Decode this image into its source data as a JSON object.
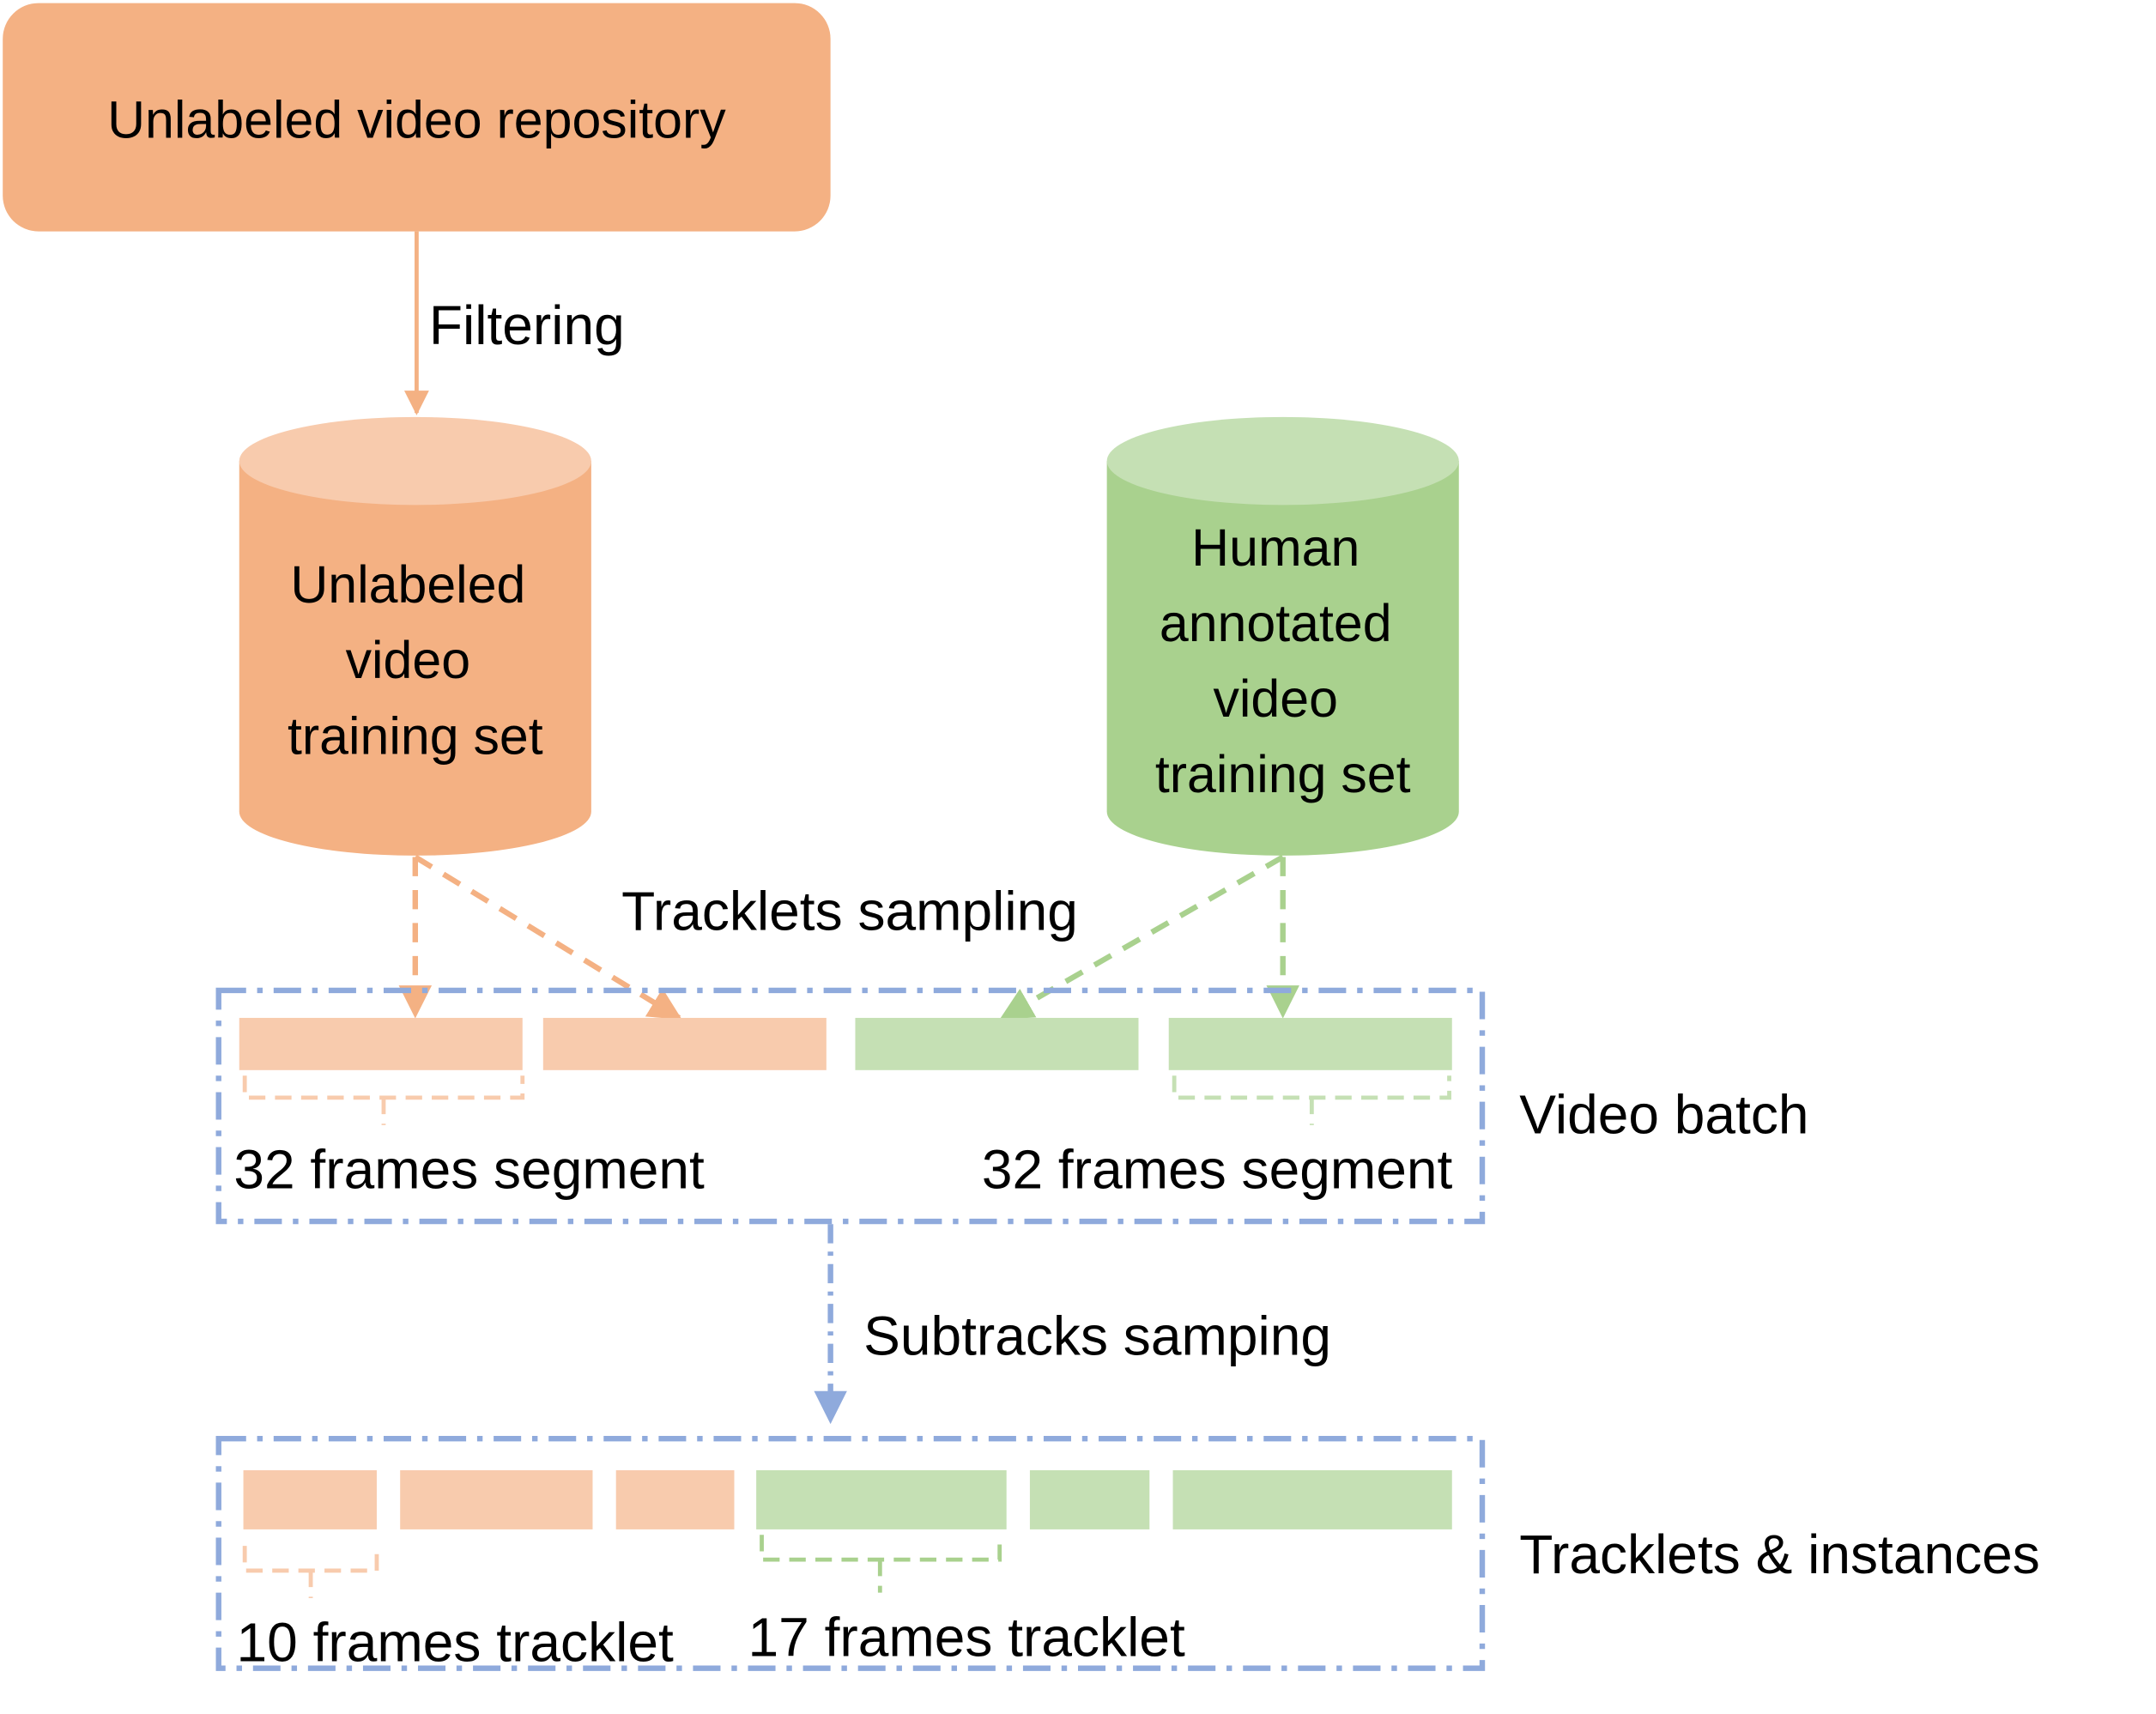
{
  "colors": {
    "orange_fill": "#F4B183",
    "orange_light": "#F8CBAD",
    "orange_line": "#F4B183",
    "green_fill": "#A9D18E",
    "green_light": "#C5E0B4",
    "green_line": "#A9D18E",
    "blue_frame": "#8FAADC",
    "text": "#000000"
  },
  "repository": {
    "label": "Unlabeled video repository"
  },
  "edges": {
    "filtering": "Filtering",
    "tracklets_sampling": "Tracklets sampling",
    "subtracks_sampling": "Subtracks samping"
  },
  "unlabeled_set": {
    "lines": [
      "Unlabeled",
      "video",
      "training set"
    ]
  },
  "annotated_set": {
    "lines": [
      "Human",
      "annotated",
      "video",
      "training set"
    ]
  },
  "video_batch": {
    "label": "Video batch",
    "segment_left_label": "32 frames segment",
    "segment_right_label": "32 frames segment"
  },
  "tracklets": {
    "label": "Tracklets & instances",
    "tracklet_left_label": "10 frames tracklet",
    "tracklet_right_label": "17 frames tracklet"
  }
}
